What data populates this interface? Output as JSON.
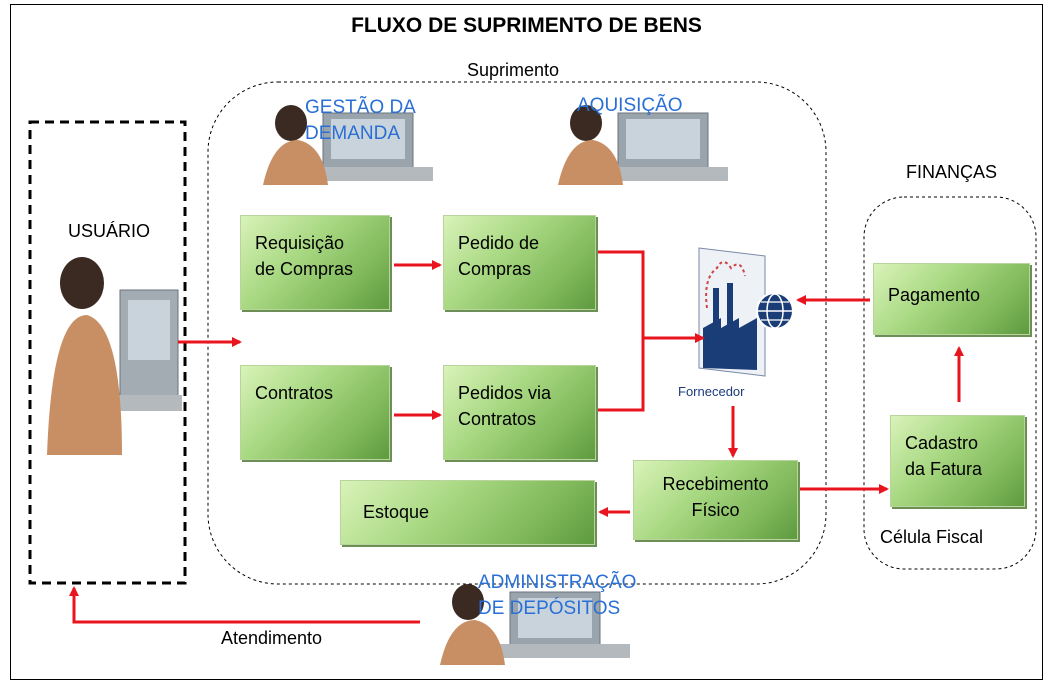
{
  "title": "FLUXO DE SUPRIMENTO DE BENS",
  "areas": {
    "suprimento": "Suprimento",
    "financas": "FINANÇAS",
    "usuario": "USUÁRIO",
    "celula_fiscal": "Célula Fiscal",
    "atendimento": "Atendimento"
  },
  "roles": {
    "gestao_line1": "GESTÃO DA",
    "gestao_line2": "DEMANDA",
    "aquisicao": "AQUISIÇÃO",
    "admin_line1": "ADMINISTRAÇÃO",
    "admin_line2": "DE DEPÓSITOS"
  },
  "boxes": {
    "requisicao": [
      "Requisição",
      "de Compras"
    ],
    "pedido": [
      "Pedido de",
      "Compras"
    ],
    "contratos": [
      "Contratos"
    ],
    "pedidos_contratos": [
      "Pedidos via",
      "Contratos"
    ],
    "recebimento": [
      "Recebimento",
      "Físico"
    ],
    "estoque": [
      "Estoque"
    ],
    "pagamento": [
      "Pagamento"
    ],
    "cadastro": [
      "Cadastro",
      "da Fatura"
    ]
  },
  "fornecedor": "Fornecedor",
  "colors": {
    "arrow": "#e8141e",
    "role_text": "#2a6fd6",
    "box_green": "#8cc56a"
  }
}
